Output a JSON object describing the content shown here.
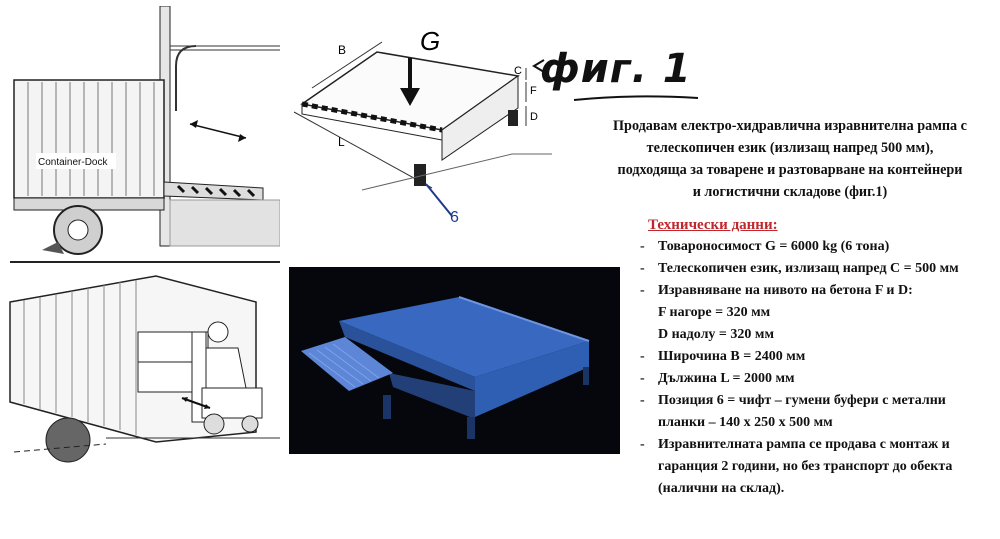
{
  "figure_label": "фиг. 1",
  "drawing_labels": {
    "container_dock": "Container-Dock",
    "B": "B",
    "C": "C",
    "F": "F",
    "D": "D",
    "L": "L",
    "G": "G",
    "six": "6"
  },
  "intro_text": "Продавам електро-хидравлична изравнителна рампа с телескопичен език (излизащ напред 500 мм), подходяща за товарене и разтоварване на контейнери и логистични складове (фиг.1)",
  "specs": {
    "title": "Технически данни:",
    "items": [
      {
        "text": "Товароносимост G = 6000 kg (6 тона)"
      },
      {
        "text": "Телескопичен език, излизащ напред C = 500 мм"
      },
      {
        "text": "Изравняване на нивото на бетона F и D:",
        "sub1": "F нагоре = 320 мм",
        "sub2": "D надолу = 320 мм"
      },
      {
        "text": "Широчина B = 2400 мм"
      },
      {
        "text": "Дължина L = 2000 мм"
      },
      {
        "text": "Позиция 6 = чифт – гумени буфери с метални планки – 140 х 250 х 500 мм"
      },
      {
        "text": "Изравнителната рампа се продава с монтаж и гаранция 2 години, но без транспорт до обекта (налични на склад)."
      }
    ]
  },
  "colors": {
    "spec_title": "#c0272d",
    "ramp_blue": "#2f5fb3",
    "photo_bg": "#05070c"
  }
}
